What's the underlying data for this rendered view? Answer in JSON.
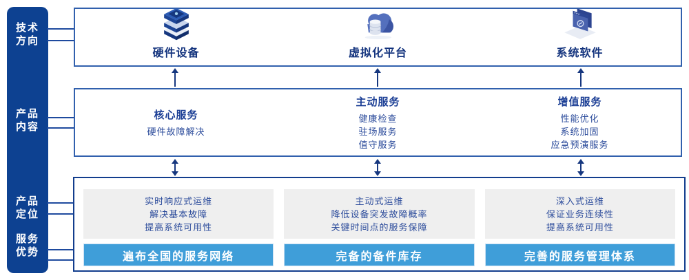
{
  "colors": {
    "rail_bg": "#0d4191",
    "box_border": "#3160ad",
    "bottom_box_border": "#123d8d",
    "arrow_navy": "#16377f",
    "title_text": "#1b3e95",
    "body_text": "#2b4b9b",
    "gray_panel_bg": "#efefef",
    "advantage_bar_bg": "#3f9ed9",
    "advantage_bar_text": "#ffffff"
  },
  "rail": {
    "items": [
      {
        "line1": "技术",
        "line2": "方向"
      },
      {
        "line1": "产品",
        "line2": "内容"
      },
      {
        "line1": "产品",
        "line2": "定位"
      },
      {
        "line1": "服务",
        "line2": "优势"
      }
    ]
  },
  "tech": {
    "items": [
      {
        "icon": "server-stack-icon",
        "label": "硬件设备"
      },
      {
        "icon": "cloud-database-icon",
        "label": "虚拟化平台"
      },
      {
        "icon": "software-window-icon",
        "label": "系统软件"
      }
    ]
  },
  "services": {
    "columns": [
      {
        "title": "核心服务",
        "items": [
          "硬件故障解决"
        ]
      },
      {
        "title": "主动服务",
        "items": [
          "健康检查",
          "驻场服务",
          "值守服务"
        ]
      },
      {
        "title": "增值服务",
        "items": [
          "性能优化",
          "系统加固",
          "应急预演服务"
        ]
      }
    ]
  },
  "positioning": {
    "columns": [
      {
        "lines": [
          "实时响应式运维",
          "解决基本故障",
          "提高系统可用性"
        ],
        "advantage": "遍布全国的服务网络"
      },
      {
        "lines": [
          "主动式运维",
          "降低设备突发故障概率",
          "关键时间点的服务保障"
        ],
        "advantage": "完备的备件库存"
      },
      {
        "lines": [
          "深入式运维",
          "保证业务连续性",
          "提高系统可用性"
        ],
        "advantage": "完善的服务管理体系"
      }
    ]
  }
}
